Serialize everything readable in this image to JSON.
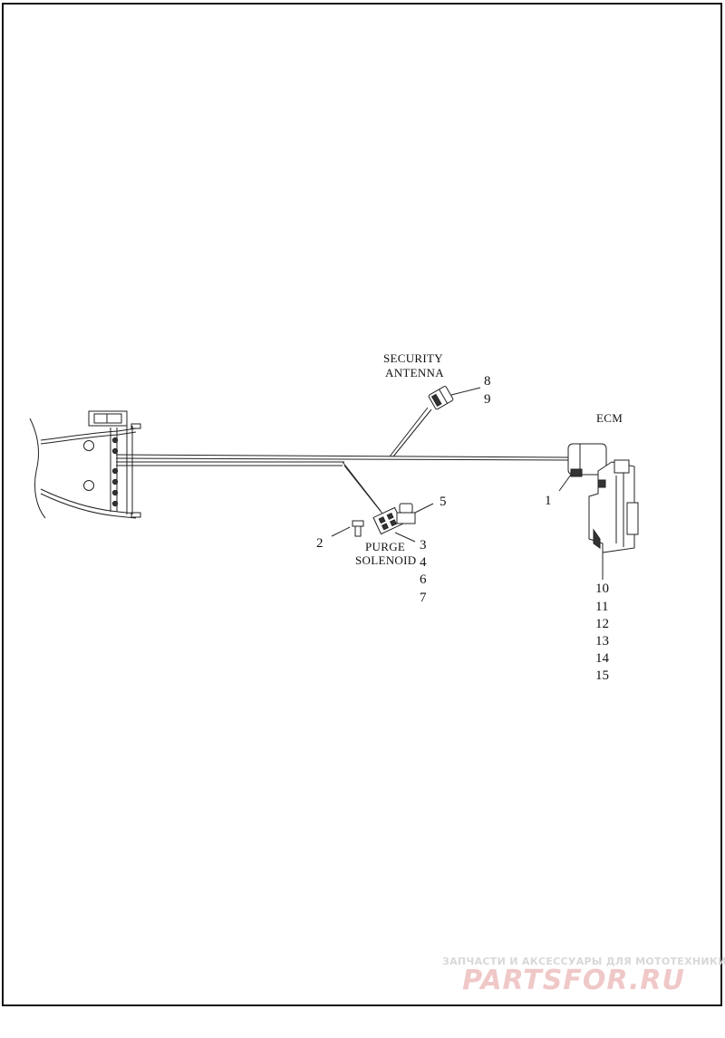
{
  "diagram": {
    "captions": {
      "security_antenna_line1": "SECURITY",
      "security_antenna_line2": "ANTENNA",
      "ecm": "ECM",
      "purge_solenoid_line1": "PURGE",
      "purge_solenoid_line2": "SOLENOID"
    },
    "callouts": {
      "n1": "1",
      "n2": "2",
      "n3": "3",
      "n4": "4",
      "n5": "5",
      "n6": "6",
      "n7": "7",
      "n8": "8",
      "n9": "9",
      "n10": "10",
      "n11": "11",
      "n12": "12",
      "n13": "13",
      "n14": "14",
      "n15": "15"
    }
  },
  "watermark": {
    "tagline": "ЗАПЧАСТИ И АКСЕССУАРЫ ДЛЯ МОТОТЕХНИКИ",
    "brand": "PARTSFOR.RU"
  },
  "colors": {
    "line": "#222222",
    "watermark_red": "#f0c8c8"
  }
}
